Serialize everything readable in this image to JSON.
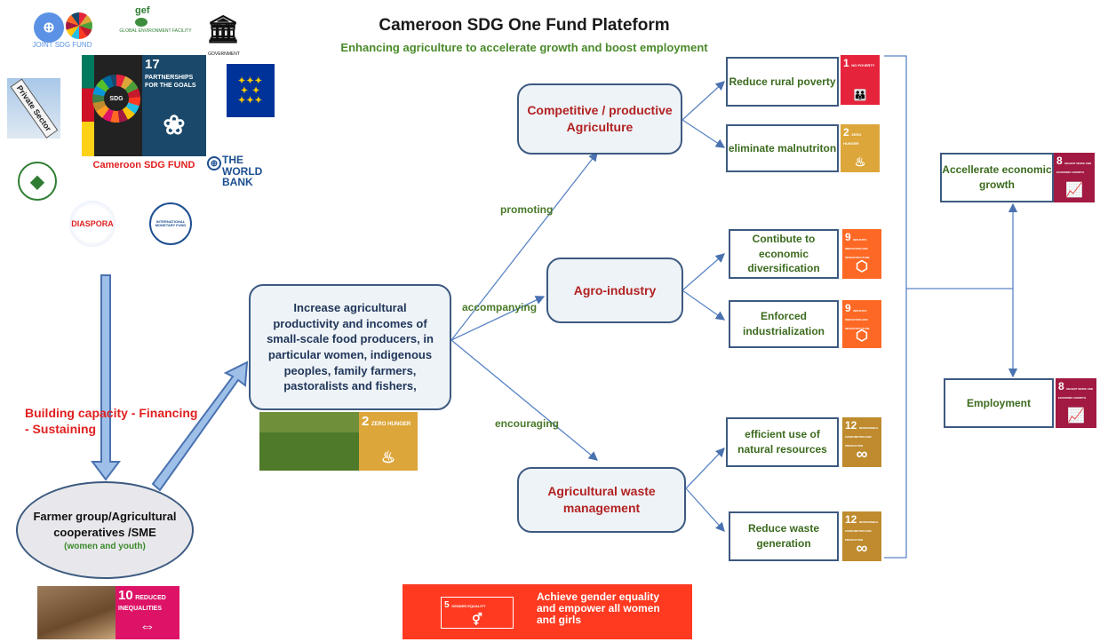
{
  "header": {
    "title": "Cameroon SDG One Fund Plateform",
    "subtitle": "Enhancing agriculture to accelerate growth  and boost employment"
  },
  "logos": {
    "joint_sdg_fund": "JOINT SDG FUND",
    "gef": "gef",
    "gef_caption": "GLOBAL ENVIRONMENT FACILITY",
    "government": "GOVERNMENT",
    "private_sector": "Private Sector",
    "sdg17_number": "17",
    "sdg17_text": "PARTNERSHIPS FOR THE GOALS",
    "sdg_fund_label": "Cameroon SDG FUND",
    "world_bank": "THE WORLD BANK",
    "diaspora": "DIASPORA",
    "imf": "INTERNATIONAL MONETARY FUND"
  },
  "left": {
    "building_capacity": "Building capacity - Financing - Sustaining",
    "farmer_group": "Farmer group/Agricultural cooperatives /SME",
    "farmer_sub": "(women and youth)",
    "sdg10_number": "10",
    "sdg10_text": "REDUCED INEQUALITIES"
  },
  "center": {
    "main_goal": "Increase agricultural productivity and incomes of small-scale food producers, in particular women, indigenous peoples, family farmers, pastoralists and fishers,",
    "sdg2_number": "2",
    "sdg2_text": "ZERO HUNGER"
  },
  "edges": {
    "promoting": "promoting",
    "accompanying": "accompanying",
    "encouraging": "encouraging"
  },
  "pillars": {
    "competitive": "Competitive / productive Agriculture",
    "agro": "Agro-industry",
    "waste": "Agricultural waste management"
  },
  "outcomes": {
    "rural_poverty": "Reduce rural poverty",
    "malnutrition": "eliminate malnutriton",
    "diversification": "Contibute to economic diversification",
    "industrialization": "Enforced industrialization",
    "natural_resources": "efficient use of natural resources",
    "waste_generation": "Reduce waste generation"
  },
  "results": {
    "growth": "Accellerate economic growth",
    "employment": "Employment"
  },
  "sdg_tiles": {
    "sdg1_number": "1",
    "sdg1_text": "NO POVERTY",
    "sdg2_number": "2",
    "sdg2_text": "ZERO HUNGER",
    "sdg9_number": "9",
    "sdg9_text": "INDUSTRY, INNOVATION AND INFRASTRUCTURE",
    "sdg12_number": "12",
    "sdg12_text": "RESPONSIBLE CONSUMPTION AND PRODUCTION",
    "sdg8_number": "8",
    "sdg8_text": "DECENT WORK AND ECONOMIC GROWTH"
  },
  "banner": {
    "sdg5_number": "5",
    "sdg5_text": "GENDER EQUALITY",
    "text": "Achieve gender equality and empower all women and girls"
  },
  "colors": {
    "sdg1": "#e5243b",
    "sdg2": "#dda63a",
    "sdg5": "#ff3a21",
    "sdg8": "#a21942",
    "sdg9": "#fd6925",
    "sdg10": "#dd1367",
    "sdg12": "#bf8b2e",
    "sdg17": "#19486a",
    "node_border": "#3d5a80",
    "accent_red": "#e02020"
  }
}
